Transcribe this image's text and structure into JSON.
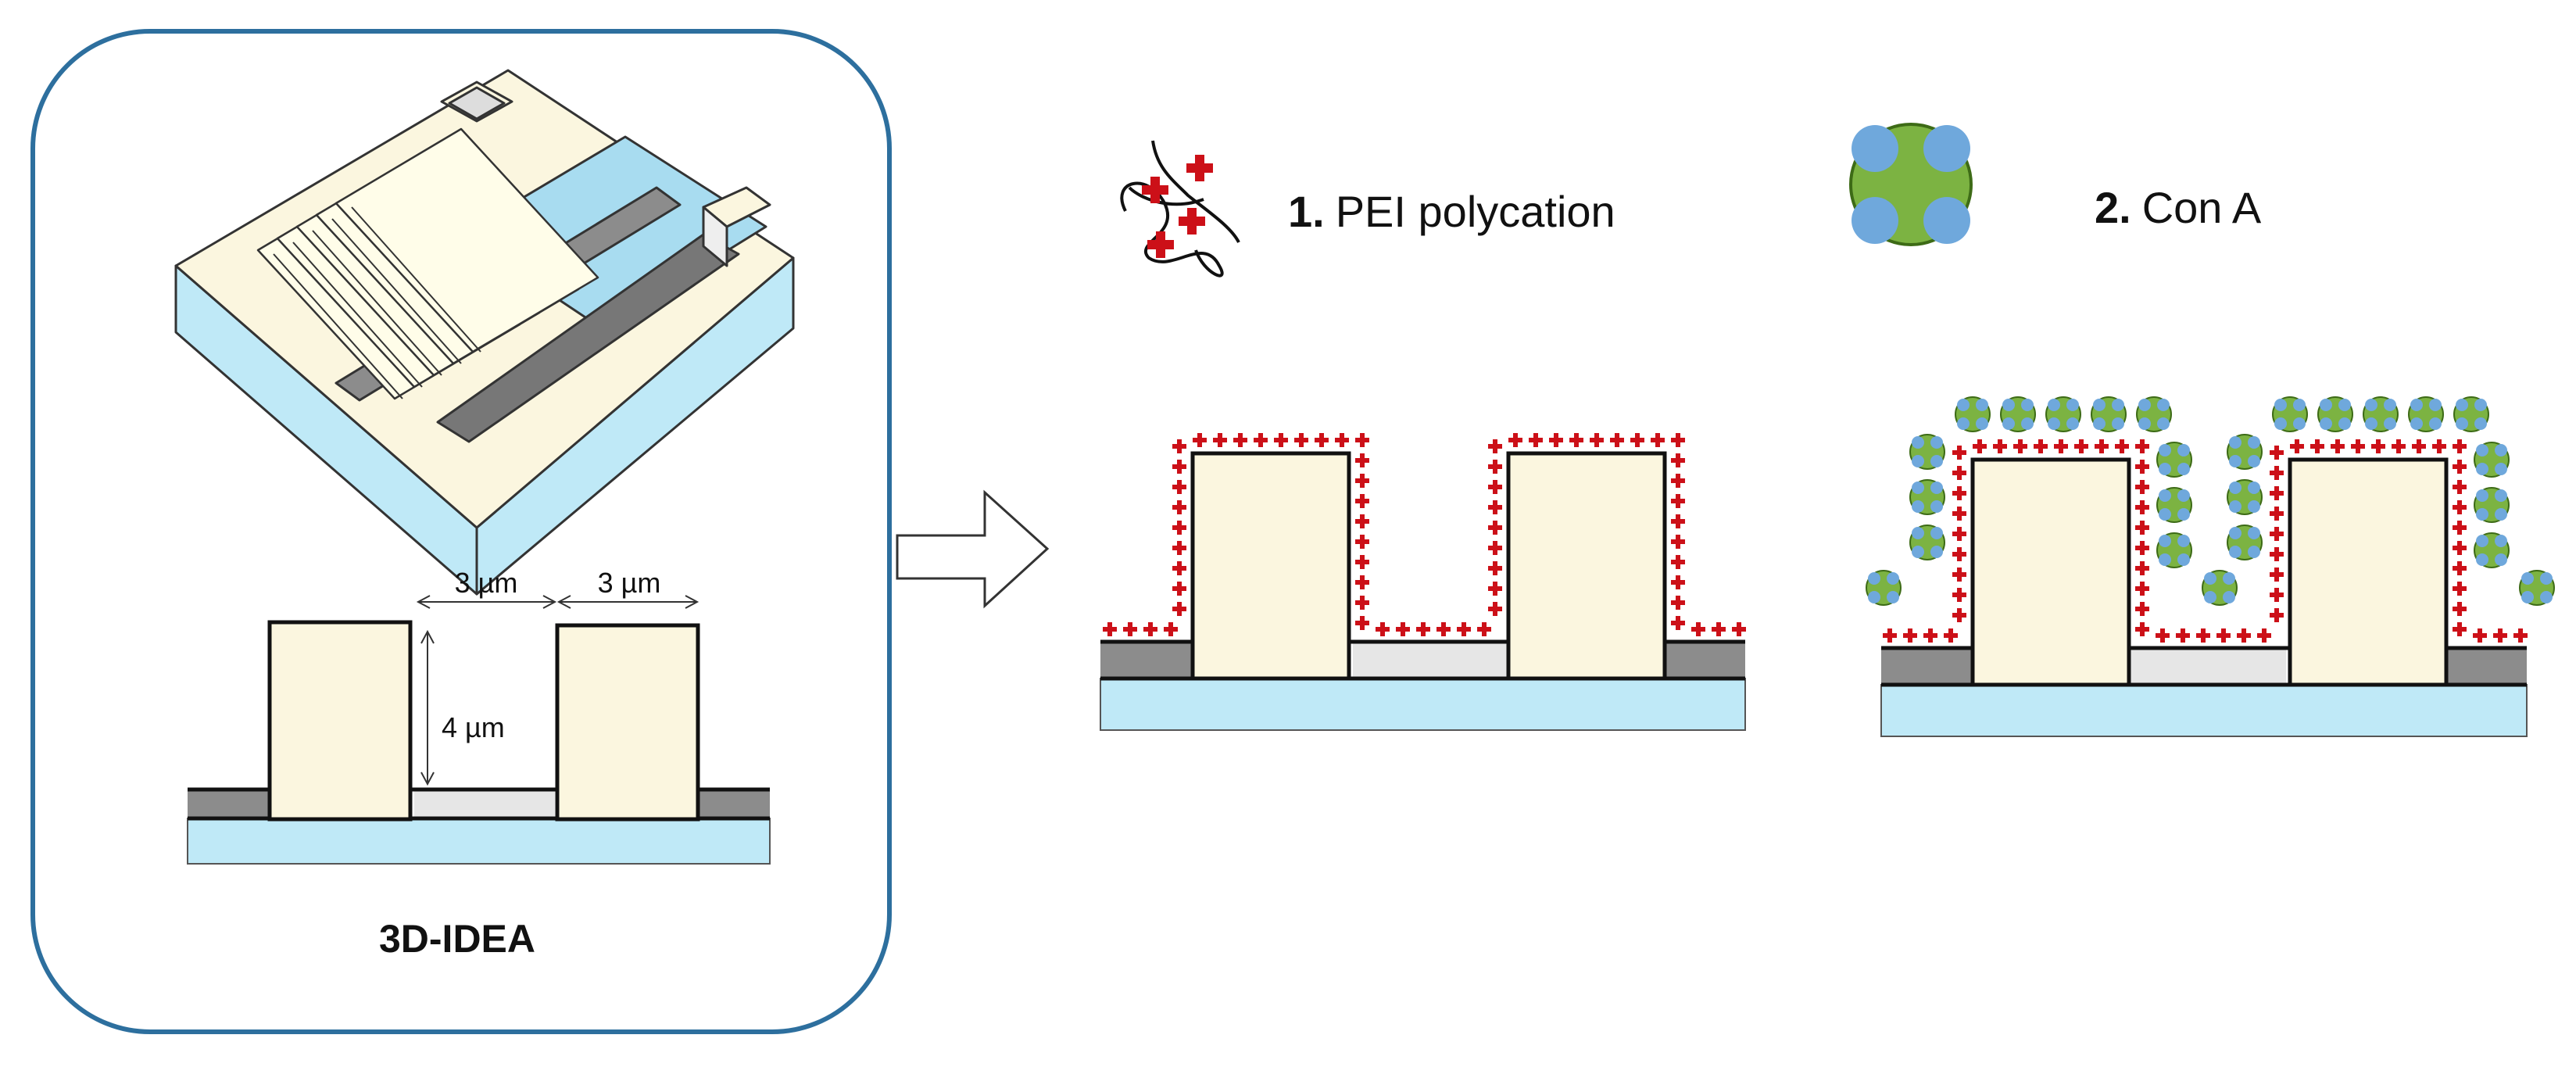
{
  "panel_device": {
    "title": "3D-IDEA",
    "dimensions": {
      "gap_width": "3 µm",
      "electrode_width": "3 µm",
      "electrode_height": "4 µm"
    }
  },
  "steps": [
    {
      "number": "1.",
      "label": "PEI polycation",
      "icon": "polycation-chain-icon"
    },
    {
      "number": "2.",
      "label": "Con A",
      "icon": "con-a-protein-icon"
    }
  ],
  "arrow": {
    "icon": "right-arrow-icon"
  },
  "colors": {
    "panel_border": "#2d6f9e",
    "electrode_fill": "#fbf6df",
    "substrate_fill": "#bfe9f7",
    "dark_layer": "#8c8c8c",
    "gap_layer": "#e6e6e6",
    "plus_sign": "#cc1018",
    "con_a_green": "#8cc63f",
    "con_a_blue": "#6fa8dc"
  }
}
